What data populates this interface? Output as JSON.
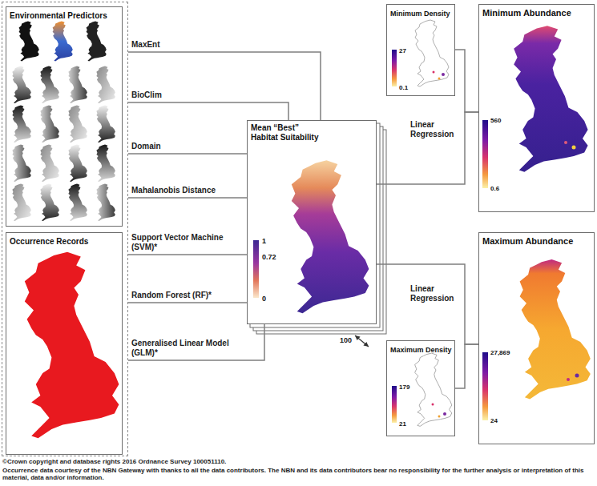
{
  "diagram": {
    "nodes": [
      {
        "text": []
      },
      {
        "text": [
          "Environmental Predictors"
        ],
        "in": 0
      },
      {
        "text": [
          "Occurrence Records"
        ],
        "in": 0
      },
      {
        "text": [
          "Minimum Density",
          "27",
          "0.1"
        ]
      },
      {
        "text": [
          "Mean “Best” Habitat Suitability",
          "1",
          "0.72",
          "0"
        ]
      },
      {
        "text": [
          "Maximum Density",
          "179",
          "21"
        ]
      },
      {
        "text": [
          "Minimum Abundance",
          "560",
          "0.6"
        ]
      },
      {
        "text": [
          "Maximum Abundance",
          "27,869",
          "24"
        ]
      }
    ],
    "edges": [
      {
        "from": 0,
        "to": 4,
        "label": "MaxEnt",
        "arrow": "none"
      },
      {
        "from": 0,
        "to": 4,
        "label": "BioClim",
        "arrow": "none"
      },
      {
        "from": 0,
        "to": 4,
        "label": "Domain",
        "arrow": "none"
      },
      {
        "from": 0,
        "to": 4,
        "label": "Mahalanobis Distance",
        "arrow": "none"
      },
      {
        "from": 0,
        "to": 4,
        "label": "Support Vector Machine (SVM)*",
        "arrow": "none"
      },
      {
        "from": 0,
        "to": 4,
        "label": "Random Forest (RF)*",
        "arrow": "none"
      },
      {
        "from": 0,
        "to": 4,
        "label": "Generalised Linear Model (GLM)*",
        "arrow": "none"
      },
      {
        "from": 4,
        "to": 6,
        "label": "Linear Regression",
        "arrow": "none"
      },
      {
        "from": 3,
        "to": 6,
        "arrow": "none"
      },
      {
        "from": 4,
        "to": 7,
        "label": "Linear Regression",
        "arrow": "none"
      },
      {
        "from": 5,
        "to": 7,
        "arrow": "none"
      }
    ],
    "labels": [
      "100",
      "©Crown copyright and database rights 2016 Ordnance Survey 100051110.",
      "Occurrence data courtesy of the NBN Gateway with thanks to all the data contributors. The NBN and its data contributors bear no responsibility for the further analysis or interpretation of this material, data and/or information."
    ]
  }
}
